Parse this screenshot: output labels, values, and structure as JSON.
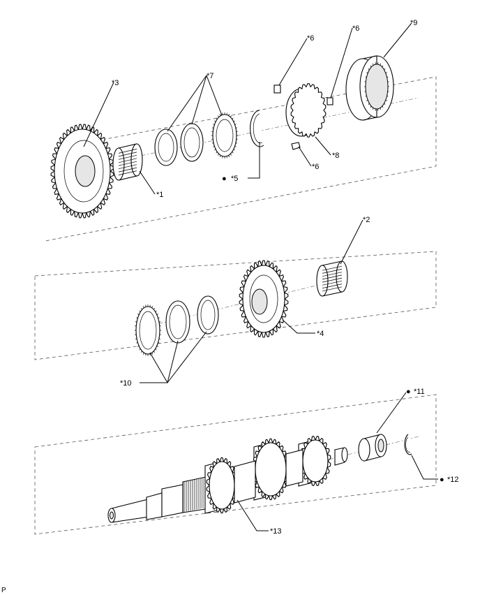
{
  "labels": {
    "c1": "*1",
    "c2": "*2",
    "c3": "*3",
    "c4": "*4",
    "c5": "*5",
    "c6a": "*6",
    "c6b": "*6",
    "c6c": "*6",
    "c7": "*7",
    "c8": "*8",
    "c9": "*9",
    "c10": "*10",
    "c11": "*11",
    "c12": "*12",
    "c13": "*13"
  },
  "bullet": "●",
  "page_code": "P"
}
